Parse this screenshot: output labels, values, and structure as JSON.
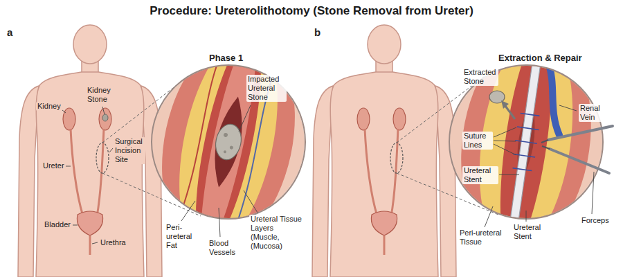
{
  "diagram": {
    "title": "Procedure: Ureterolithotomy (Stone Removal from Ureter)",
    "labels": [
      "a",
      "Phase 1",
      "Kidney",
      "Kidney Stone",
      "Surgical Incision Site",
      "Ureter",
      "Bladder",
      "Urethra",
      "Impacted Ureteral Stone",
      "Peri-ureteral Fat",
      "Blood Vessels",
      "Ureteral Tissue Layers (Muscle, (Mucosa)",
      "b",
      "Extraction & Repair",
      "Extracted Stone",
      "Suture Lines",
      "Renal Vein",
      "Ureteral Stent",
      "Peri-ureteral Tissue",
      "Ureteral Stent",
      "Forceps"
    ]
  }
}
